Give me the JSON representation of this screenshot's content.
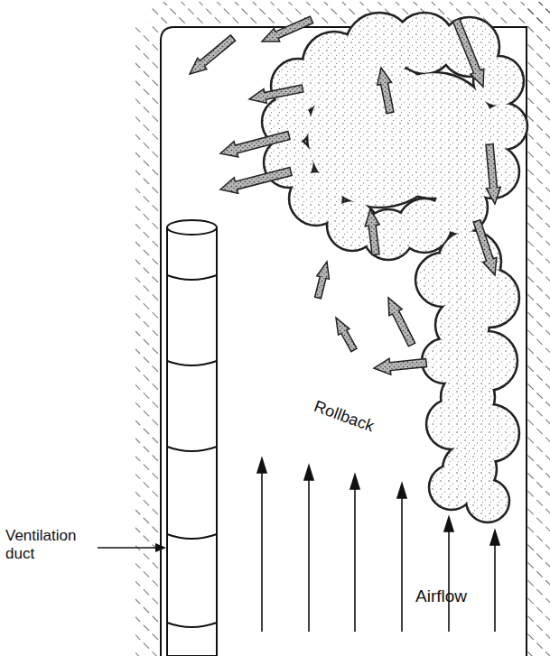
{
  "diagram": {
    "labels": [
      "Ventilation duct",
      "Rollback",
      "Airflow"
    ]
  }
}
